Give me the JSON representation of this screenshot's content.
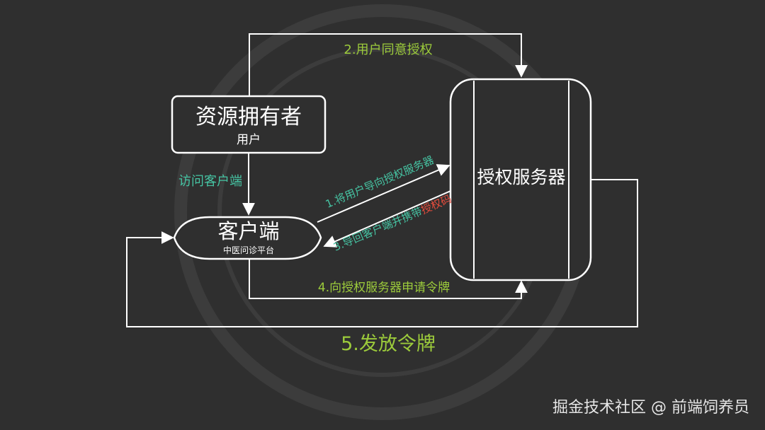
{
  "nodes": {
    "resource_owner": {
      "title": "资源拥有者",
      "subtitle": "用户"
    },
    "client": {
      "title": "客户端",
      "subtitle": "中医问诊平台"
    },
    "auth_server": {
      "title": "授权服务器"
    }
  },
  "edges": {
    "step2": "2.用户同意授权",
    "visit_client": "访问客户端",
    "step1": "1.将用户导向授权服务器",
    "step3_prefix": "3.导回客户端并携带",
    "step3_highlight": "授权码",
    "step4": "4.向授权服务器申请令牌",
    "step5": "5.发放令牌"
  },
  "watermark": "掘金技术社区 @ 前端饲养员",
  "colors": {
    "background": "#2f2f2f",
    "line": "#ffffff",
    "label_green": "#9ccb3b",
    "label_teal": "#46c4a3",
    "label_red": "#e74c3c"
  }
}
